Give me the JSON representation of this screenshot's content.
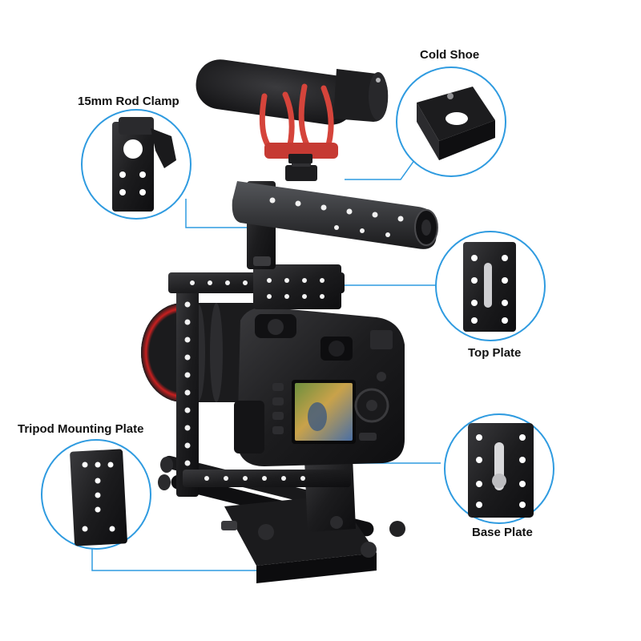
{
  "labels": {
    "cold_shoe": "Cold Shoe",
    "rod_clamp": "15mm Rod Clamp",
    "top_plate": "Top Plate",
    "tripod_plate": "Tripod Mounting Plate",
    "base_plate": "Base Plate"
  },
  "colors": {
    "callout_ring": "#2f9be0",
    "metal": "#1d1d1f",
    "mic_mount": "#d5443b"
  }
}
